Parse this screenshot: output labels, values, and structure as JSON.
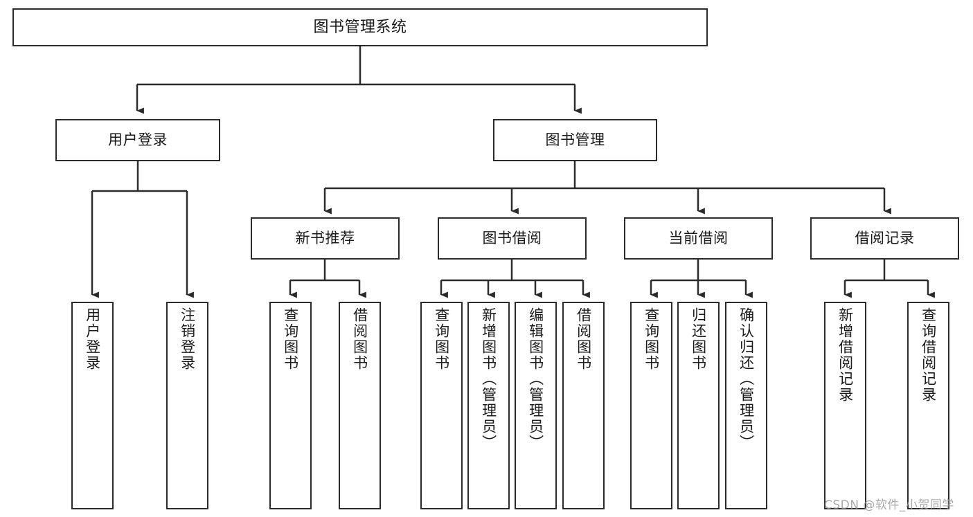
{
  "diagram": {
    "title": "图书管理系统",
    "type": "tree",
    "watermark": "CSDN @软件_小贺同学",
    "colors": {
      "background": "#ffffff",
      "node_fill": "#ffffff",
      "node_border": "#2b2b2b",
      "edge": "#2b2b2b",
      "text": "#1a1a1a",
      "watermark": "#9b9b9b"
    },
    "nodes": {
      "root": {
        "label": "图书管理系统"
      },
      "level2": [
        {
          "id": "user-login",
          "label": "用户登录"
        },
        {
          "id": "book-manage",
          "label": "图书管理"
        }
      ],
      "level3": [
        {
          "id": "new-book-recommend",
          "label": "新书推荐"
        },
        {
          "id": "book-borrow",
          "label": "图书借阅"
        },
        {
          "id": "current-borrow",
          "label": "当前借阅"
        },
        {
          "id": "borrow-record",
          "label": "借阅记录"
        }
      ],
      "leaves": {
        "user_login": [
          {
            "id": "leaf-user-login",
            "label": "用户登录"
          },
          {
            "id": "leaf-logout-login",
            "label": "注销登录"
          }
        ],
        "new_book_recommend": [
          {
            "id": "leaf-query-book-1",
            "label": "查询图书"
          },
          {
            "id": "leaf-borrow-book-1",
            "label": "借阅图书"
          }
        ],
        "book_borrow": [
          {
            "id": "leaf-query-book-2",
            "label": "查询图书"
          },
          {
            "id": "leaf-add-book",
            "label": "新增图书（管理员）"
          },
          {
            "id": "leaf-edit-book",
            "label": "编辑图书（管理员）"
          },
          {
            "id": "leaf-borrow-book-2",
            "label": "借阅图书"
          }
        ],
        "current_borrow": [
          {
            "id": "leaf-query-book-3",
            "label": "查询图书"
          },
          {
            "id": "leaf-return-book",
            "label": "归还图书"
          },
          {
            "id": "leaf-confirm-return",
            "label": "确认归还（管理员）"
          }
        ],
        "borrow_record": [
          {
            "id": "leaf-add-record",
            "label": "新增借阅记录"
          },
          {
            "id": "leaf-query-record",
            "label": "查询借阅记录"
          }
        ]
      }
    }
  }
}
